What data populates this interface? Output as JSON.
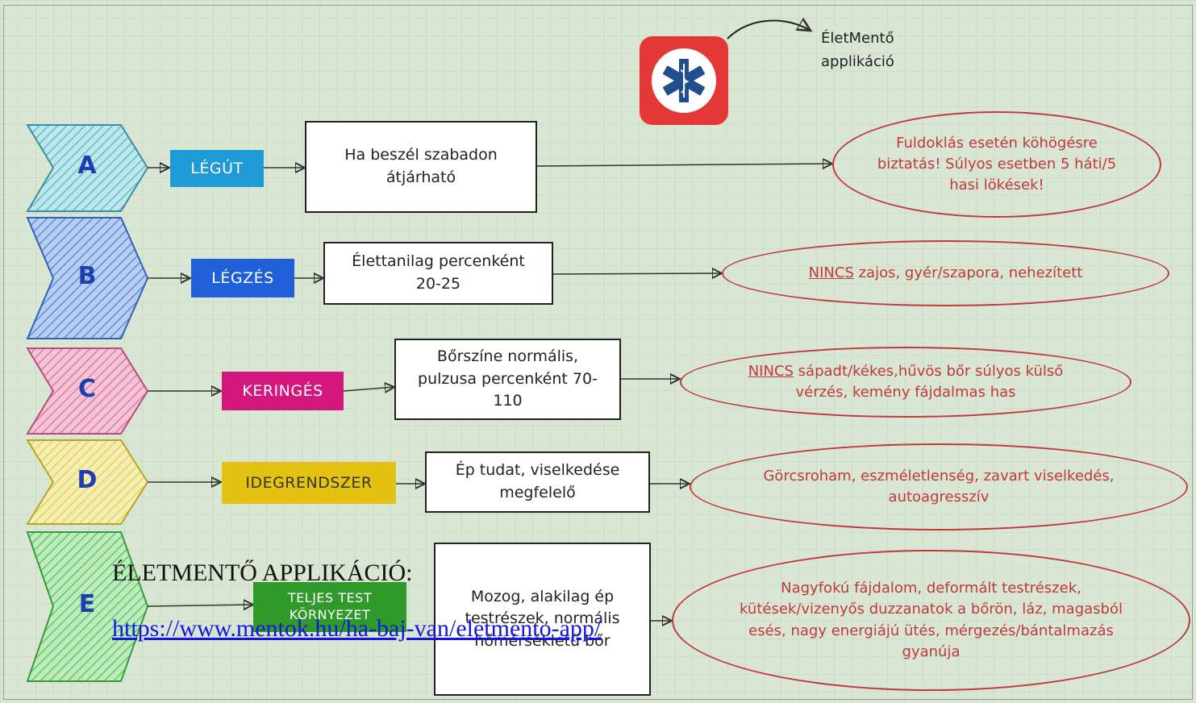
{
  "app": {
    "label_line1": "ÉletMentő",
    "label_line2": "applikáció",
    "icon": "star-of-life-icon"
  },
  "rows": [
    {
      "letter": "A",
      "tag": "LÉGÚT",
      "tag_color": "#1e9ad6",
      "box": "Ha beszél szabadon átjárható",
      "note": "Fuldoklás esetén köhögésre biztatás! Súlyos esetben 5 háti/5 hasi lökések!"
    },
    {
      "letter": "B",
      "tag": "LÉGZÉS",
      "tag_color": "#1f5fd8",
      "box": "Élettanilag percenként 20-25",
      "note_prefix": "NINCS",
      "note": " zajos, gyér/szapora, nehezített"
    },
    {
      "letter": "C",
      "tag": "KERINGÉS",
      "tag_color": "#d4177d",
      "box": "Bőrszíne normális, pulzusa percenként 70-110",
      "note_prefix": "NINCS",
      "note": " sápadt/kékes,hűvös bőr súlyos külső vérzés, kemény fájdalmas has"
    },
    {
      "letter": "D",
      "tag": "IDEGRENDSZER",
      "tag_color": "#e3c212",
      "box": "Ép tudat, viselkedése megfelelő",
      "note": "Görcsroham, eszméletlenség, zavart viselkedés, autoagresszív"
    },
    {
      "letter": "E",
      "tag": "TELJES TEST KÖRNYEZET",
      "tag_color": "#2f9a2a",
      "box": "Mozog, alakilag ép testrészek, normális hőmérsékletű bőr",
      "note": "Nagyfokú fájdalom, deformált testrészek, kütések/vizenyős duzzanatok a bőrön, láz, magasból esés, nagy energiájú ütés, mérgezés/bántalmazás gyanúja"
    }
  ],
  "overlay": {
    "title": "ÉLETMENTŐ APPLIKÁCIÓ:",
    "link": "https://www.mentok.hu/ha-baj-van/eletmento-app/"
  },
  "colors": {
    "chevron_a": "#7fd3dd",
    "chevron_b": "#6f9ee0",
    "chevron_c": "#e58ab0",
    "chevron_d": "#ece27a",
    "chevron_e": "#7fd67f",
    "note_red": "#c0393b"
  }
}
